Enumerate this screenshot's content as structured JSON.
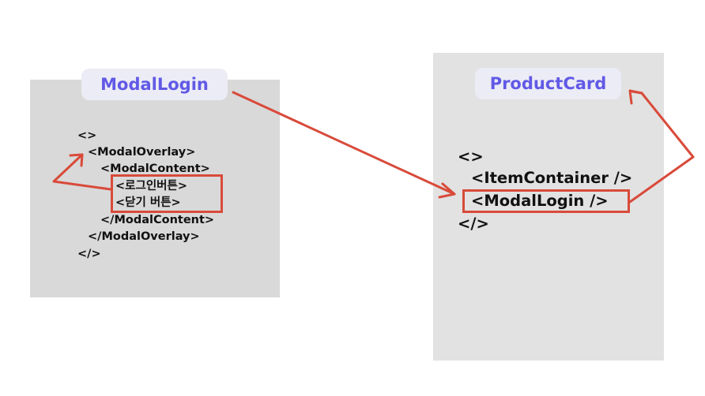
{
  "left_component": {
    "title": "ModalLogin",
    "code": {
      "fragment_open": "<>",
      "overlay_open": "<ModalOverlay>",
      "content_open": "<ModalContent>",
      "login_button": "<로그인버튼>",
      "close_button": "<닫기 버튼>",
      "content_close": "</ModalContent>",
      "overlay_close": "</ModalOverlay>",
      "fragment_close": "</>"
    }
  },
  "right_component": {
    "title": "ProductCard",
    "code": {
      "fragment_open": "<>",
      "item_container": "<ItemContainer />",
      "modal_login": "<ModalLogin />",
      "fragment_close": "</>"
    }
  },
  "colors": {
    "accent": "#6159e6",
    "arrow": "#d94a3a",
    "panel": "#dedede"
  }
}
